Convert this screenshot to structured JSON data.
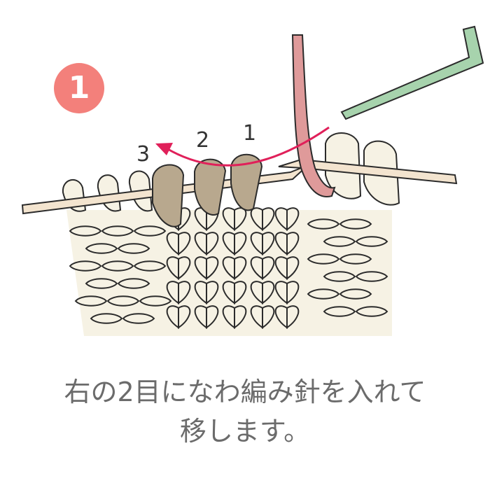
{
  "step": {
    "number": "1"
  },
  "illustration": {
    "stitch_numbers": [
      "1",
      "2",
      "3"
    ],
    "colors": {
      "yarn": "#f6f2e4",
      "outline": "#2b2b2b",
      "moved_stitch": "#b8a88e",
      "needle": "#f3e4cf",
      "cable_needle": "#a7d3ad",
      "working_yarn": "#df9a9a",
      "arrow": "#e0205a"
    }
  },
  "caption": {
    "line1": "右の2目になわ編み針を入れて",
    "line2": "移します。"
  }
}
